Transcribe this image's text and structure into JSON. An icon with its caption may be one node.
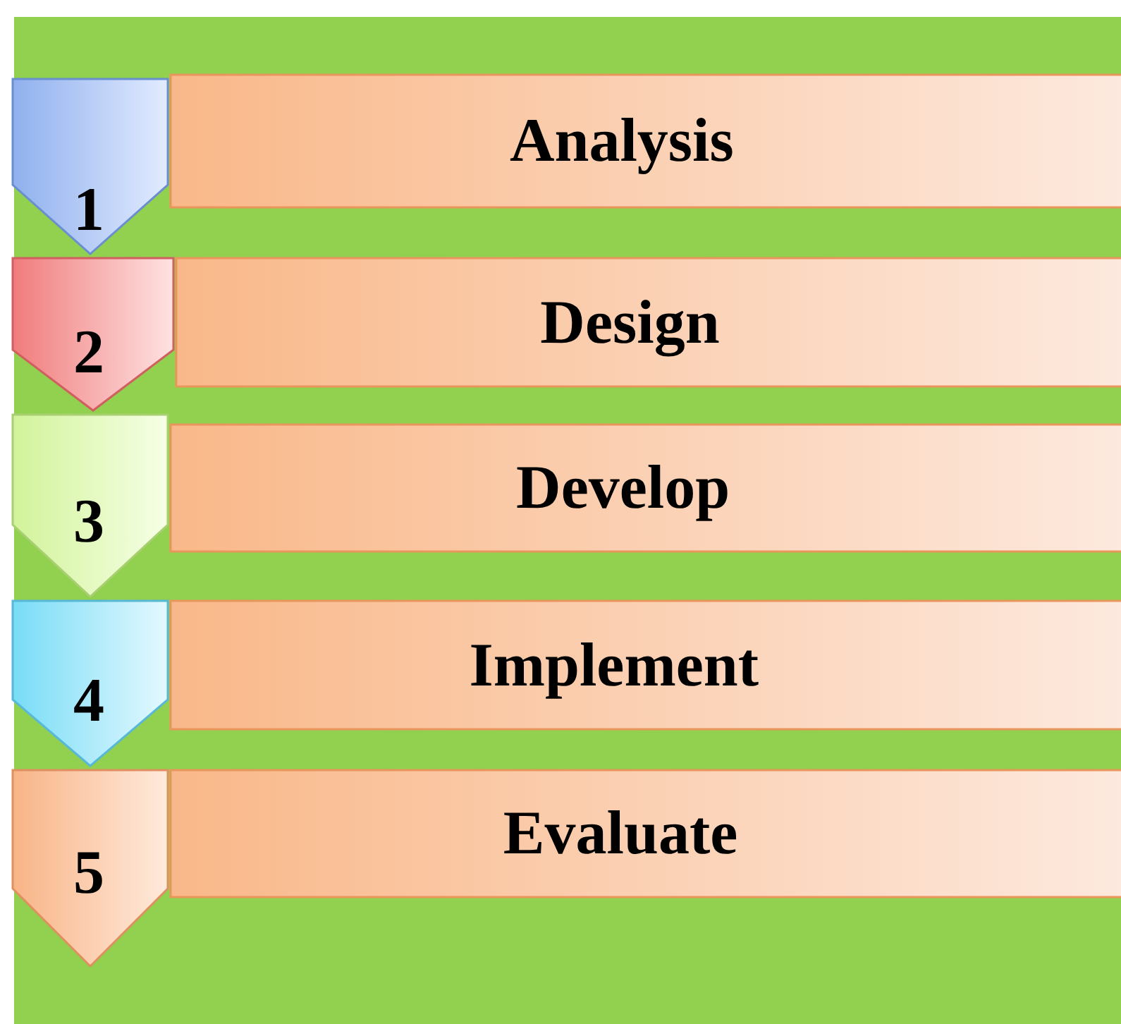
{
  "diagram": {
    "nodes": [
      {
        "text": [
          "1"
        ]
      },
      {
        "text": [
          "Analysis"
        ]
      },
      {
        "text": [
          "2"
        ]
      },
      {
        "text": [
          "Design"
        ]
      },
      {
        "text": [
          "3"
        ]
      },
      {
        "text": [
          "Develop"
        ]
      },
      {
        "text": [
          "4"
        ]
      },
      {
        "text": [
          "Implement"
        ]
      },
      {
        "text": [
          "5"
        ]
      },
      {
        "text": [
          "Evaluate"
        ]
      }
    ]
  }
}
